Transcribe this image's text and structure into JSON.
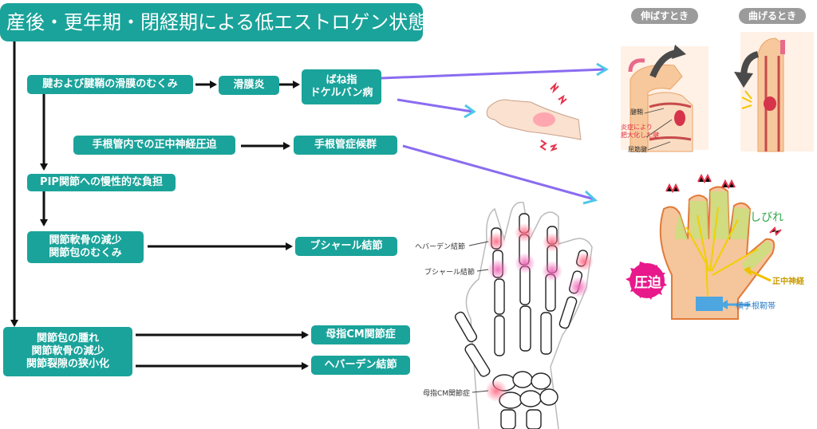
{
  "title": "産後・更年期・閉経期による低エストロゲン状態",
  "causes": {
    "tendon": "腱および腱鞘の滑膜のむくみ",
    "carpal": "手根管内での正中神経圧迫",
    "pip": "PIP関節への慢性的な負担",
    "cartilage_lines": [
      "関節軟骨の減少",
      "関節包のむくみ"
    ],
    "capsule_lines": [
      "関節包の腫れ",
      "関節軟骨の減少",
      "関節裂隙の狭小化"
    ]
  },
  "mid": {
    "synovitis": "滑膜炎"
  },
  "results": {
    "trigger_lines": [
      "ばね指",
      "ドケルバン病"
    ],
    "carpal_tunnel": "手根管症候群",
    "bouchard": "ブシャール結節",
    "cm": "母指CM関節症",
    "heberden": "ヘバーデン結節"
  },
  "finger_illust": {
    "extend_title": "伸ばすとき",
    "bend_title": "曲げるとき",
    "sheath_label": "腱鞘",
    "inflamed_label_lines": [
      "炎症により",
      "肥大化した腱"
    ],
    "flexor_label": "屈筋腱"
  },
  "hand_illust": {
    "numbness": "しびれ",
    "median_nerve": "正中神経",
    "ligament": "横手根靭帯",
    "pressure": "圧迫"
  },
  "skeleton_illust": {
    "heberden_label": "ヘバーデン結節",
    "bouchard_label": "ブシャール結節",
    "cm_label": "母指CM関節症"
  },
  "colors": {
    "teal": "#1aa39a",
    "arrow_gradient_start": "#8a63ef",
    "arrow_gradient_end": "#4fc8e8",
    "highlight_pink": "#ee2f8e"
  }
}
